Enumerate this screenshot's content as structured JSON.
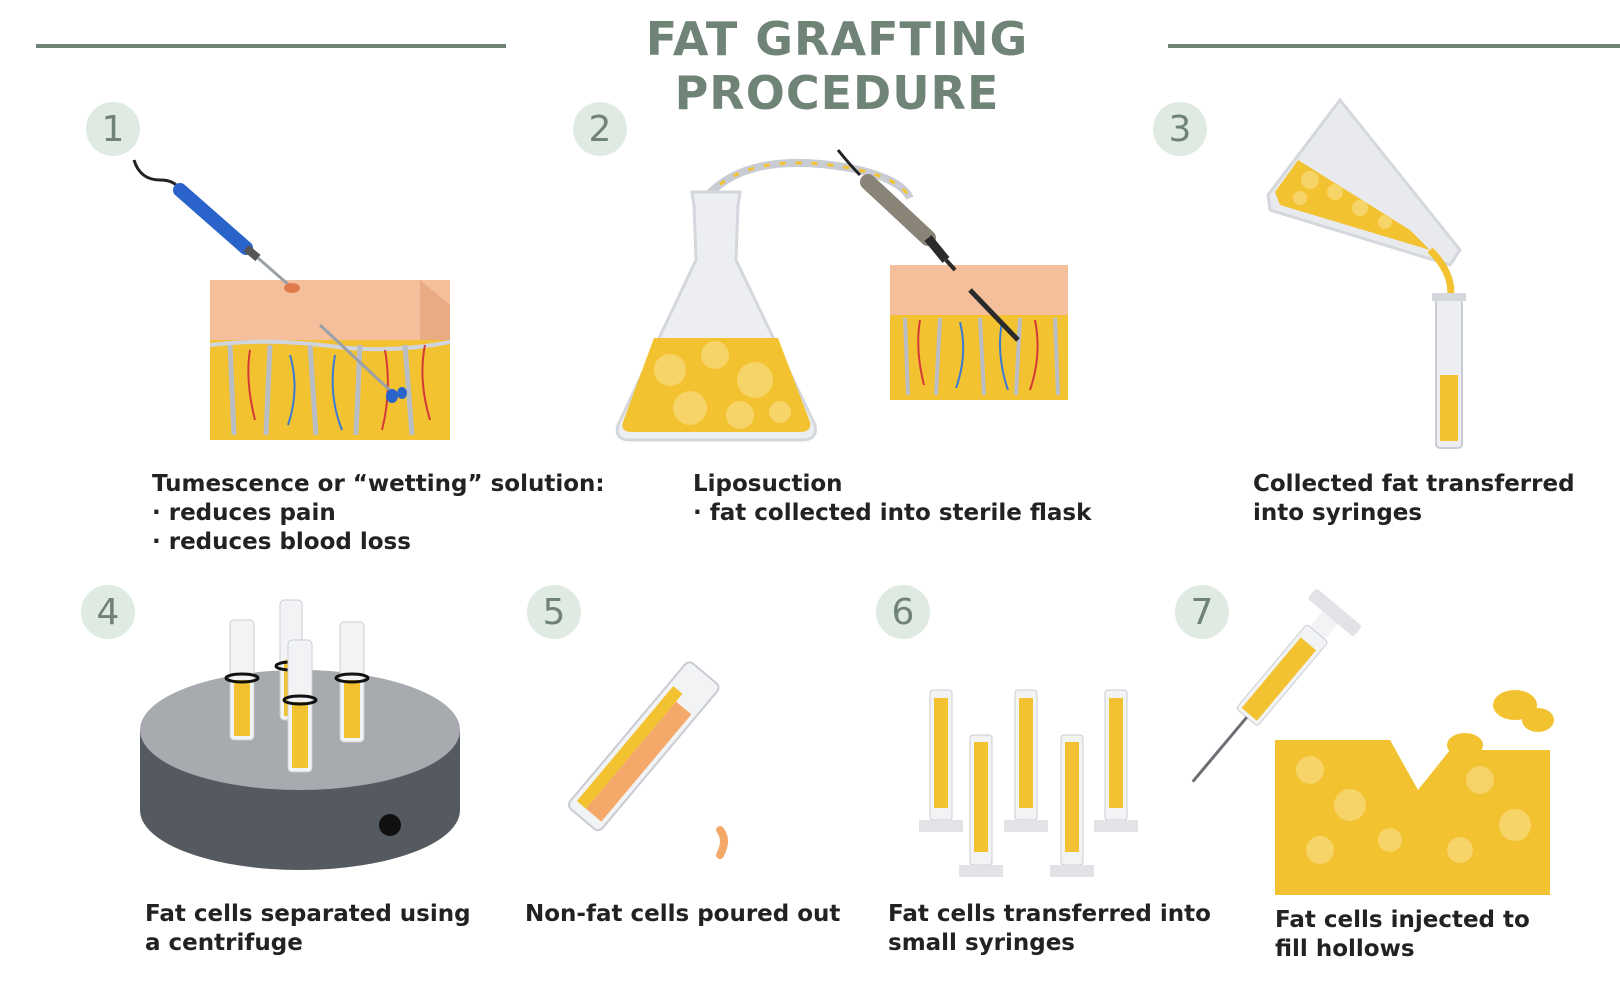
{
  "title": "FAT GRAFTING PROCEDURE",
  "steps": [
    {
      "number": "1",
      "caption": [
        "Tumescence or “wetting” solution:",
        "· reduces pain",
        "· reduces blood loss"
      ]
    },
    {
      "number": "2",
      "caption": [
        "Liposuction",
        "· fat collected into sterile flask"
      ]
    },
    {
      "number": "3",
      "caption": [
        "Collected fat transferred",
        "into syringes"
      ]
    },
    {
      "number": "4",
      "caption": [
        "Fat cells separated using",
        "a centrifuge"
      ]
    },
    {
      "number": "5",
      "caption": [
        "Non-fat cells poured out"
      ]
    },
    {
      "number": "6",
      "caption": [
        "Fat cells transferred into",
        "small syringes"
      ]
    },
    {
      "number": "7",
      "caption": [
        "Fat cells injected to",
        "fill hollows"
      ]
    }
  ],
  "colors": {
    "accent": "#6f8377",
    "badge_bg": "#dfeae3",
    "fat": "#f2c230",
    "skin": "#f4bf9a",
    "blue_tool": "#2a63c9"
  }
}
